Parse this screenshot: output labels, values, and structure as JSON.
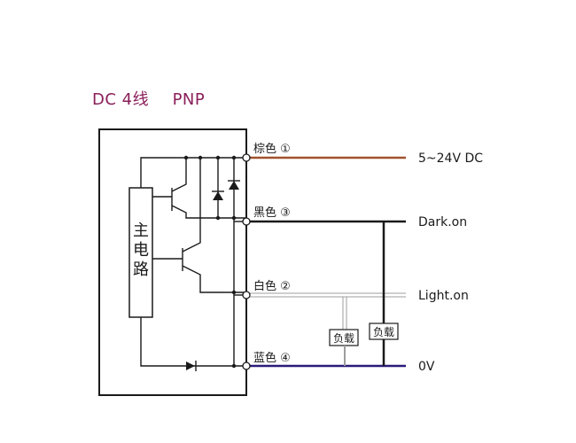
{
  "title": {
    "left": "DC 4线",
    "right": "PNP"
  },
  "main_block_label": [
    "主",
    "电",
    "路"
  ],
  "wires": [
    {
      "label": "棕色 ①",
      "terminal": "5~24V DC",
      "color": "#a0522d"
    },
    {
      "label": "黑色 ③",
      "terminal": "Dark.on",
      "color": "#1a1a1a"
    },
    {
      "label": "白色 ②",
      "terminal": "Light.on",
      "color": "#bdbdbd"
    },
    {
      "label": "蓝色 ④",
      "terminal": "0V",
      "color": "#2a1a7a"
    }
  ],
  "loads": [
    {
      "label": "负载"
    },
    {
      "label": "负载"
    }
  ],
  "colors": {
    "title": "#8a1f5a",
    "line": "#1a1a1a"
  }
}
